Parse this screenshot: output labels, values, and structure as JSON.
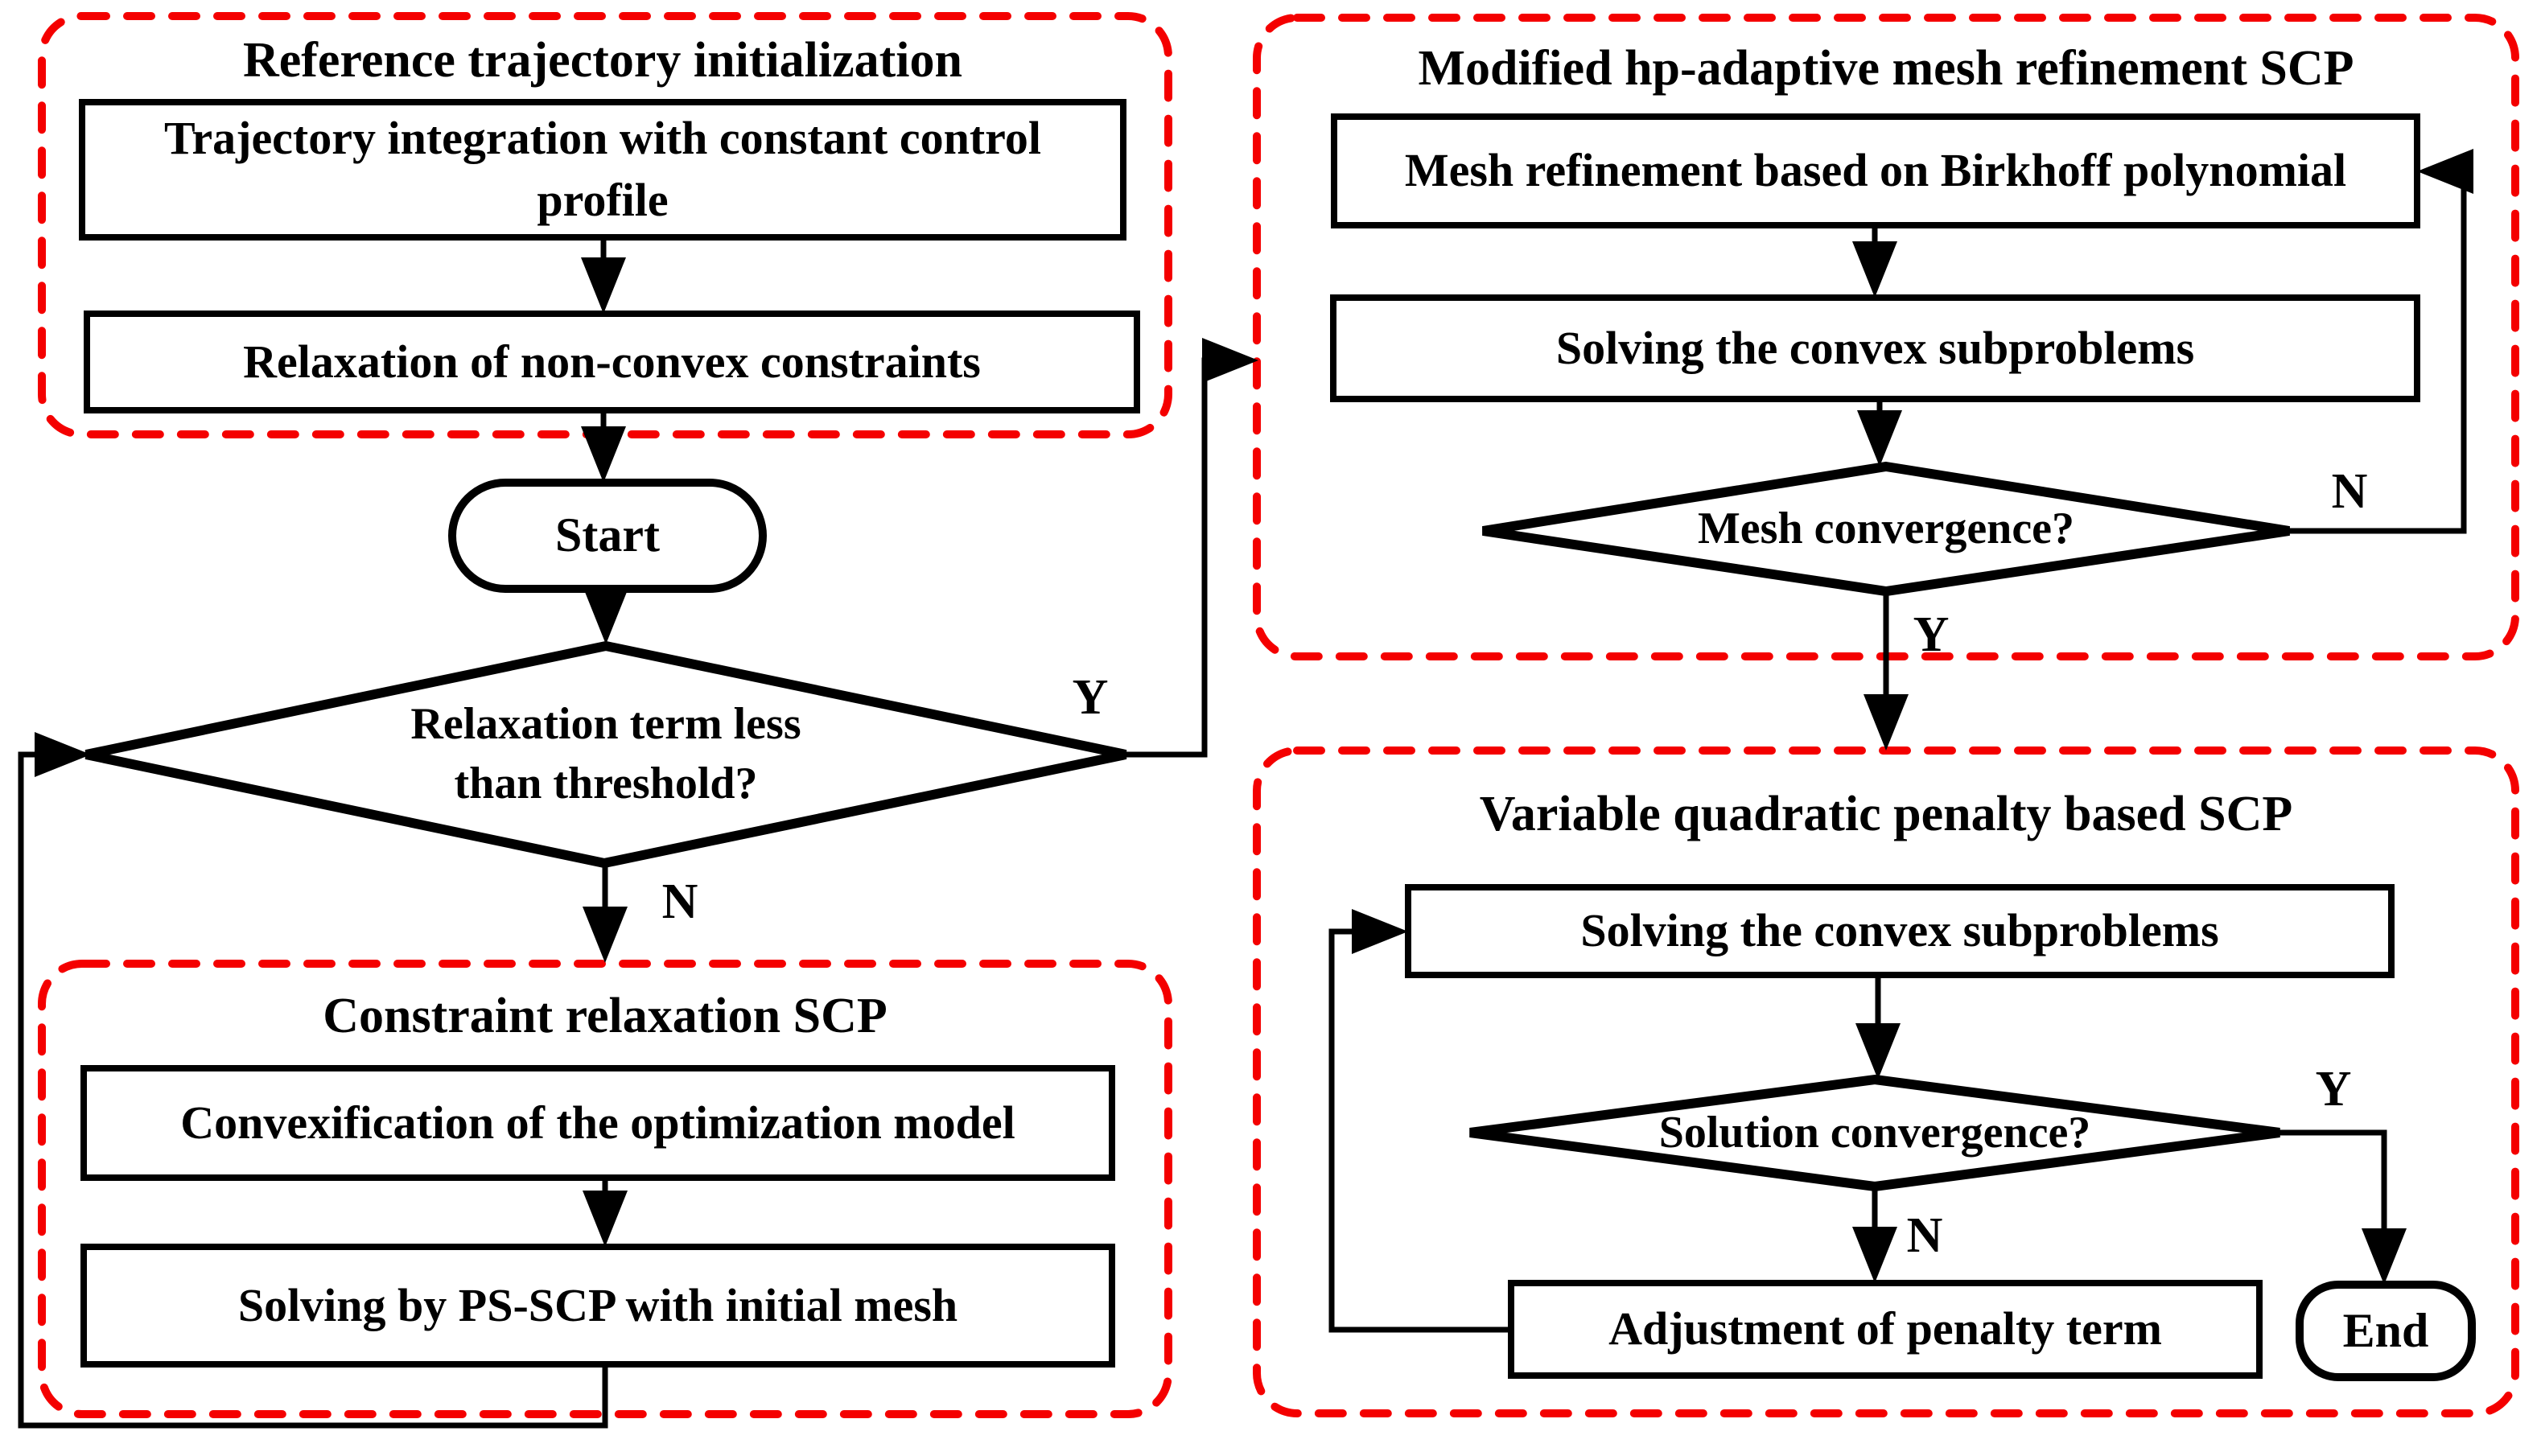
{
  "colors": {
    "red": "#f40000",
    "black": "#000000"
  },
  "labels": {
    "yes": "Y",
    "no": "N"
  },
  "nodes": {
    "start": "Start",
    "end": "End",
    "relaxation_decision": "Relaxation term less\nthan threshold?"
  },
  "groups": {
    "reference_init": {
      "title": "Reference trajectory initialization",
      "step_integration": "Trajectory integration with constant control\nprofile",
      "step_relaxation": "Relaxation of non-convex constraints"
    },
    "constraint_relaxation": {
      "title": "Constraint relaxation SCP",
      "step_convexification": "Convexification of the optimization model",
      "step_solving": "Solving by PS-SCP with initial mesh"
    },
    "mesh_refinement": {
      "title": "Modified hp-adaptive mesh refinement SCP",
      "step_mesh": "Mesh refinement based on Birkhoff polynomial",
      "step_solving": "Solving the convex subproblems",
      "decision": "Mesh convergence?"
    },
    "penalty": {
      "title": "Variable quadratic penalty based SCP",
      "step_solving": "Solving the convex subproblems",
      "decision": "Solution convergence?",
      "step_adjustment": "Adjustment of penalty term"
    }
  }
}
